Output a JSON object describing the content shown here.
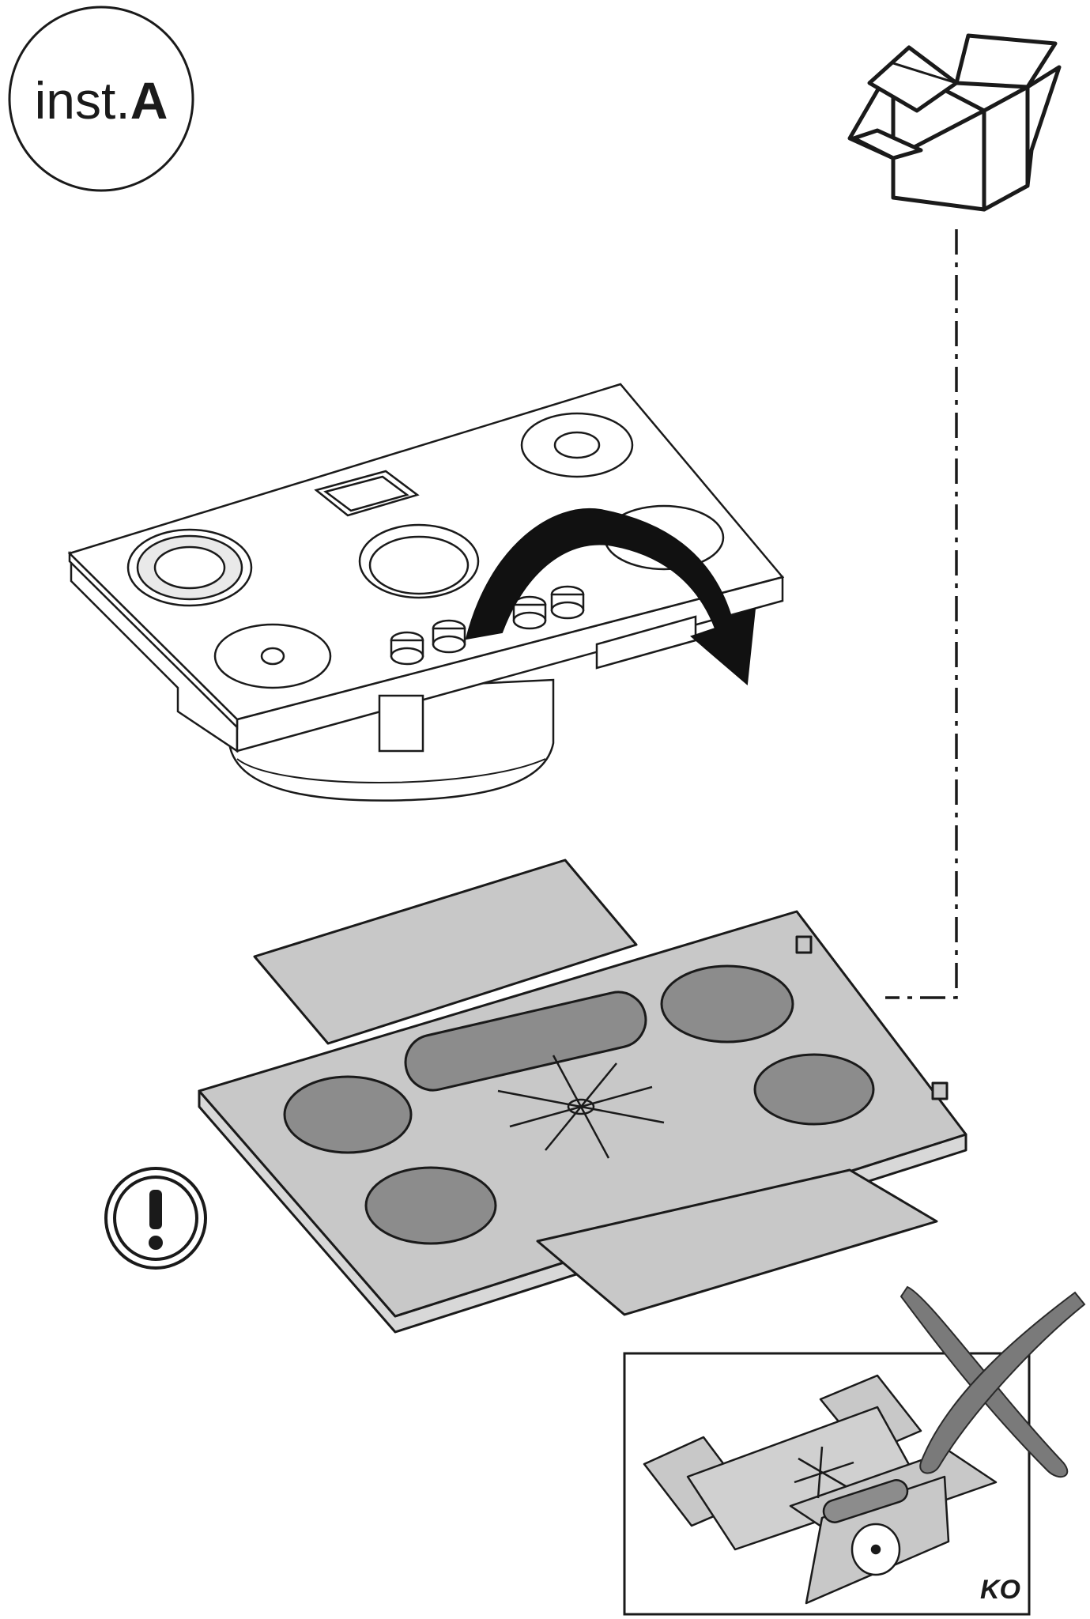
{
  "badge": {
    "prefix": "inst.",
    "letter": "A"
  },
  "ko_panel": {
    "label": "KO"
  },
  "footer": {
    "fragment": ""
  },
  "colors": {
    "line": "#1a1a1a",
    "board_gray": "#c8c8c8",
    "hole_gray": "#8c8c8c",
    "dark_gray": "#6e6e6e",
    "cross_gray": "#7a7a7a",
    "arrow": "#111111"
  },
  "icons": [
    "open-box-icon",
    "warning-exclamation-icon",
    "rotate-arrow-icon",
    "cross-mark-icon"
  ]
}
